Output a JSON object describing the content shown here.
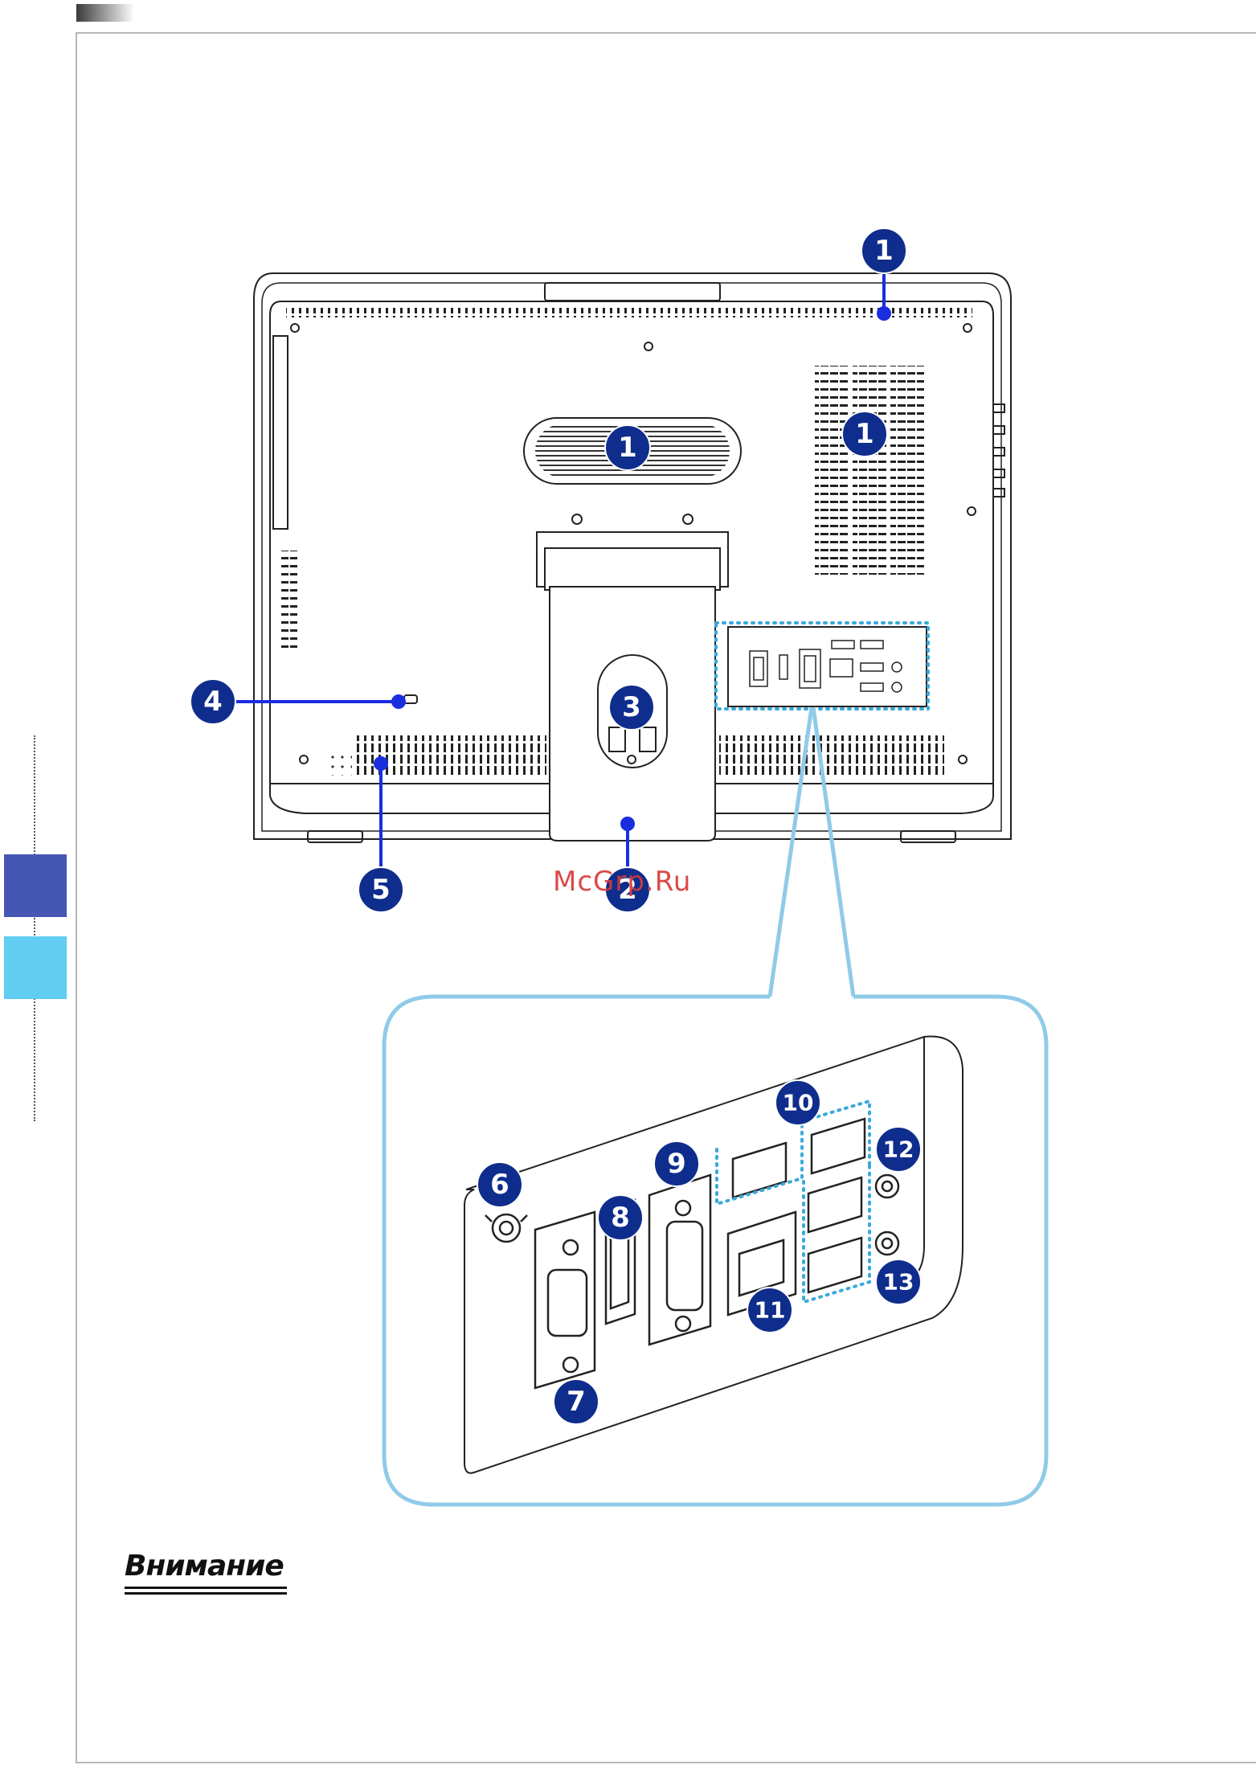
{
  "watermark": "McGrp.Ru",
  "note": {
    "heading": "Внимание"
  },
  "colors": {
    "callout_fill": "#0f2d8c",
    "leader_line": "#1a2ee0",
    "zoom_frame": "#8fcbe8",
    "io_highlight": "#39a9dc",
    "side_tab_dark": "#4557b3",
    "side_tab_light": "#61cdf1"
  },
  "callouts": {
    "c1_top": "1",
    "c1_grille": "1",
    "c1_vent": "1",
    "c2": "2",
    "c3": "3",
    "c4": "4",
    "c5": "5",
    "c6": "6",
    "c7": "7",
    "c8": "8",
    "c9": "9",
    "c10": "10",
    "c11": "11",
    "c12": "12",
    "c13": "13"
  }
}
